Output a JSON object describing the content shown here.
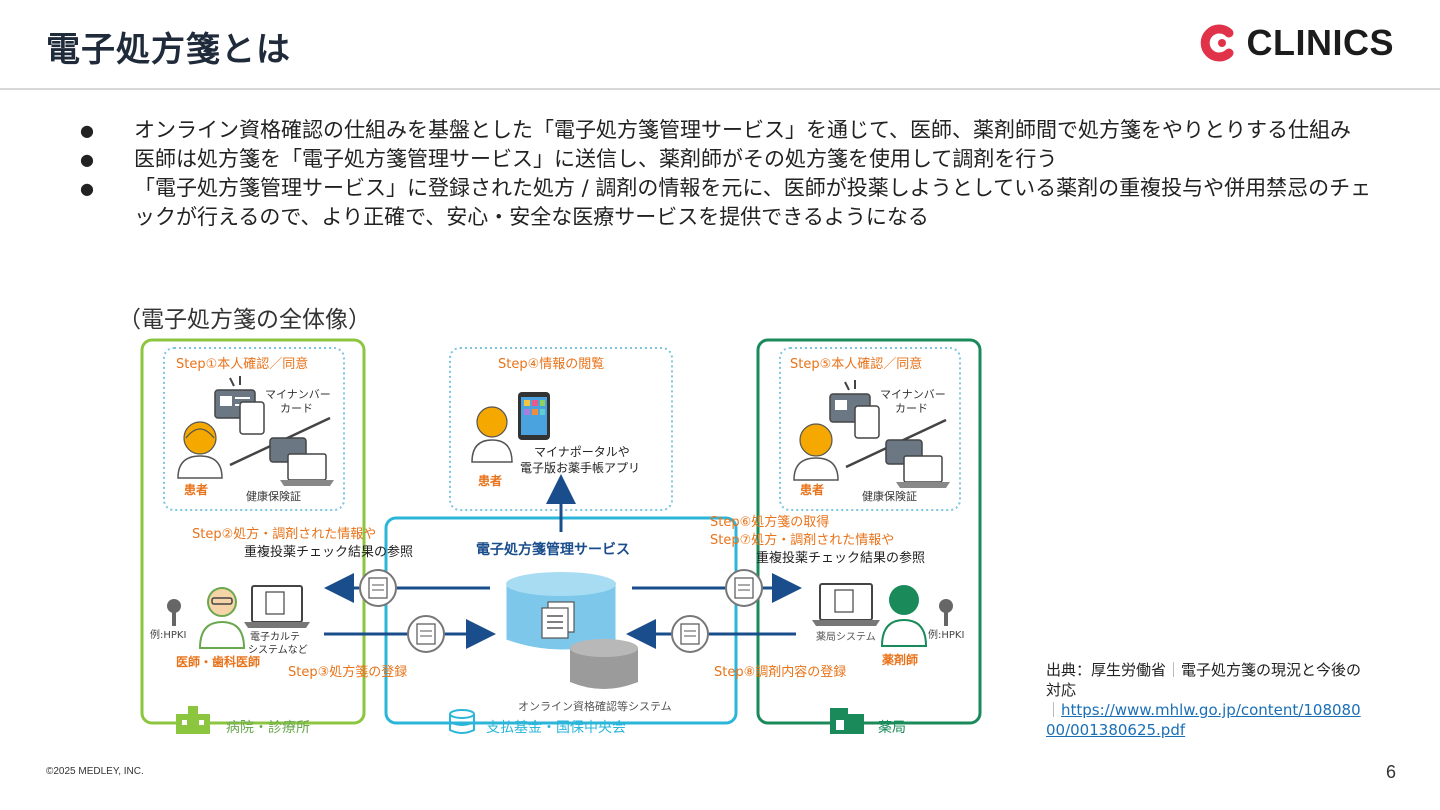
{
  "header": {
    "title": "電子処方箋とは",
    "logo_text": "CLINICS",
    "brand_color": "#e0334a"
  },
  "bullets": [
    "オンライン資格確認の仕組みを基盤とした「電子処方箋管理サービス」を通じて、医師、薬剤師間で処方箋をやりとりする仕組み",
    "医師は処方箋を「電子処方箋管理サービス」に送信し、薬剤師がその処方箋を使用して調剤を行う",
    "「電子処方箋管理サービス」に登録された処方 / 調剤の情報を元に、医師が投薬しようとしている薬剤の重複投与や併用禁忌のチェックが行えるので、より正確で、安心・安全な医療サービスを提供できるようになる"
  ],
  "diagram": {
    "title": "（電子処方箋の全体像）",
    "step1": "Step①本人確認／同意",
    "step4": "Step④情報の閲覧",
    "step5": "Step⑤本人確認／同意",
    "mynumber_line1": "マイナンバー",
    "mynumber_line2": "カード",
    "insurance_card": "健康保険証",
    "patient": "患者",
    "portal_line1": "マイナポータルや",
    "portal_line2": "電子版お薬手帳アプリ",
    "step2_line1": "Step②処方・調剤された情報や",
    "step2_line2": "重複投薬チェック結果の参照",
    "step6": "Step⑥処方箋の取得",
    "step7_line1": "Step⑦処方・調剤された情報や",
    "step7_line2": "重複投薬チェック結果の参照",
    "service": "電子処方箋管理サービス",
    "hpki": "例:HPKI",
    "karte_line1": "電子カルテ",
    "karte_line2": "システムなど",
    "doctor": "医師・歯科医師",
    "pharmacy_system": "薬局システム",
    "pharmacist": "薬剤師",
    "step3": "Step③処方箋の登録",
    "step8": "Step⑧調剤内容の登録",
    "online_system": "オンライン資格確認等システム",
    "hospital": "病院・診療所",
    "fund": "支払基金・国保中央会",
    "pharmacy": "薬局",
    "color_green": "#8cc63f",
    "color_cyan": "#2bb5d8",
    "color_teal": "#1b8a5a",
    "color_orange": "#e8731a",
    "color_navy": "#1a4d8c"
  },
  "source": {
    "prefix": "出典：厚生労働省",
    "separator": "｜",
    "text": "電子処方箋の現況と今後の対応",
    "link_prefix": "｜",
    "url": "https://www.mhlw.go.jp/content/10808000/001380625.pdf"
  },
  "footer": {
    "copyright": "©2025 MEDLEY, INC.",
    "page_number": "6"
  }
}
